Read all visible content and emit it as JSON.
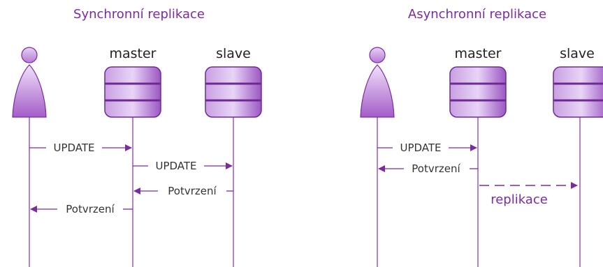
{
  "panels": [
    {
      "title": "Synchronní replikace",
      "master_label": "master",
      "slave_label": "slave",
      "messages": [
        "UPDATE",
        "UPDATE",
        "Potvrzení",
        "Potvrzení"
      ]
    },
    {
      "title": "Asynchronní replikace",
      "master_label": "master",
      "slave_label": "slave",
      "messages": [
        "UPDATE",
        "Potvrzení",
        "replikace"
      ]
    }
  ],
  "colors": {
    "accent": "#7a2c9e",
    "lifeline": "#8a3fb4",
    "figure_fill_top": "#f2e6fa",
    "figure_fill_bottom": "#a25bc6",
    "db_fill_light": "#e5cff2",
    "db_fill_dark": "#8d47b3"
  }
}
